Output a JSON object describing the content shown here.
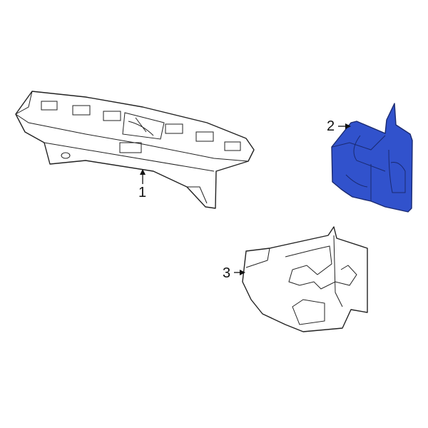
{
  "callouts": [
    {
      "number": "1"
    },
    {
      "number": "2"
    },
    {
      "number": "3"
    }
  ],
  "colors": {
    "highlight": "#3152cc",
    "outline": "#222222"
  }
}
